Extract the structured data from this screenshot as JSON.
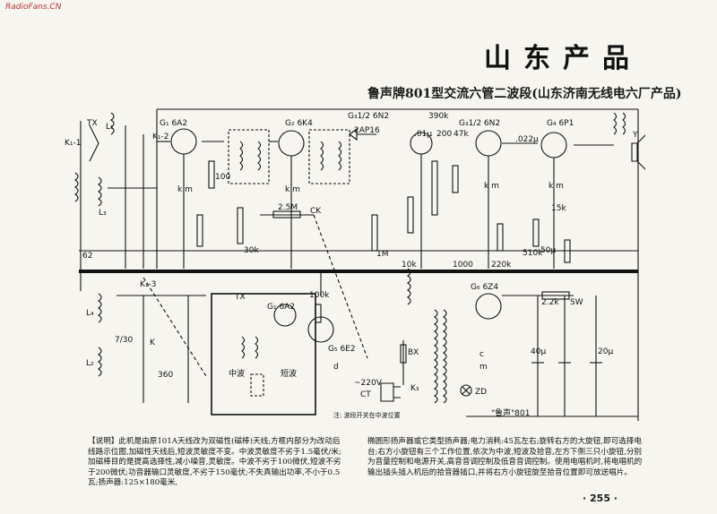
{
  "watermark": "RadioFans.CN",
  "brand_title": "山东产品",
  "diagram_title": "鲁声牌801型交流六管二波段(山东济南无线电六厂产品)",
  "tubes": {
    "g1": "G₁ 6A2",
    "g2": "G₂ 6K4",
    "g3": "G₃1/2 6N2",
    "g4": "G₃1/2 6N2",
    "g5": "G₄ 6P1",
    "g6": "G₆ 6Z4",
    "g5b": "G₅ 6E2",
    "g1b": "G₁ 6A2"
  },
  "labels": {
    "tx": "TX",
    "tx2": "TX",
    "l1": "L₁",
    "l2": "L₂",
    "l3": "L₃",
    "l4": "L₄",
    "k11": "K₁-1",
    "k12": "K₁-2",
    "k13": "K₁-3",
    "k3": "K₃",
    "k": "K",
    "y": "Y",
    "ck": "CK",
    "ap": "2AP16",
    "bx": "BX",
    "ct": "CT",
    "v220": "~220V",
    "zd": "ZD",
    "sw": "SW",
    "r22": "2.2k",
    "km1": "k m",
    "km2": "k m",
    "km3": "k m",
    "km4": "k m",
    "r100k": "100k",
    "r390k": "390k",
    "r15k": "15k",
    "r220k": "220k",
    "r510k": "510k",
    "r10k": "10k",
    "r1000": "1000",
    "r1m": "1M",
    "r25m": "2.5M",
    "r30k": "30k",
    "r100": "100",
    "c62": "62",
    "c360": "360",
    "c730": "7/30",
    "c022": ".022μ",
    "c01": ".01μ",
    "c200": "200",
    "c40u": "40μ",
    "c20u": "20μ",
    "c50u": "50μ",
    "c47k": "47k",
    "m": "m",
    "c": "c",
    "d": "d",
    "zhongbo": "中波",
    "duanbo": "短波",
    "model": "\"鲁声\"801",
    "footnote": "注: 波段开关在中波位置"
  },
  "explanation_left": "【说明】此机是由原101A天线改为双磁性(磁棒)天线;方框内部分为改动后线路示位图,加磁性天线后,短波灵敏度不变。中波灵敏度不劣于1.5毫伏/米;加磁棒目的是提高选择性,减小噪音,灵敏度。中波不劣于100微伏,短波不劣于200微伏;功音器输口灵敏度,不劣于150毫伏;不失真输出功率,不小于0.5瓦;扬声器:125×180毫米,",
  "explanation_right": "椭圆形扬声器或它类型扬声器;电力消耗:45瓦左右;旋转右方的大旋钮,即可选择电台;右方小旋钮有三个工作位置,依次为中波,短波及拾音,左方下侧三只小旋钮,分别为音量控制和电源开关,高音音调控制及低音音调控制。使用电唱机时,将电唱机的输出插头插入机后的拾音器插口,并将右方小旋钮旋至拾音位置即可放送唱片。",
  "page_number": "· 255 ·"
}
